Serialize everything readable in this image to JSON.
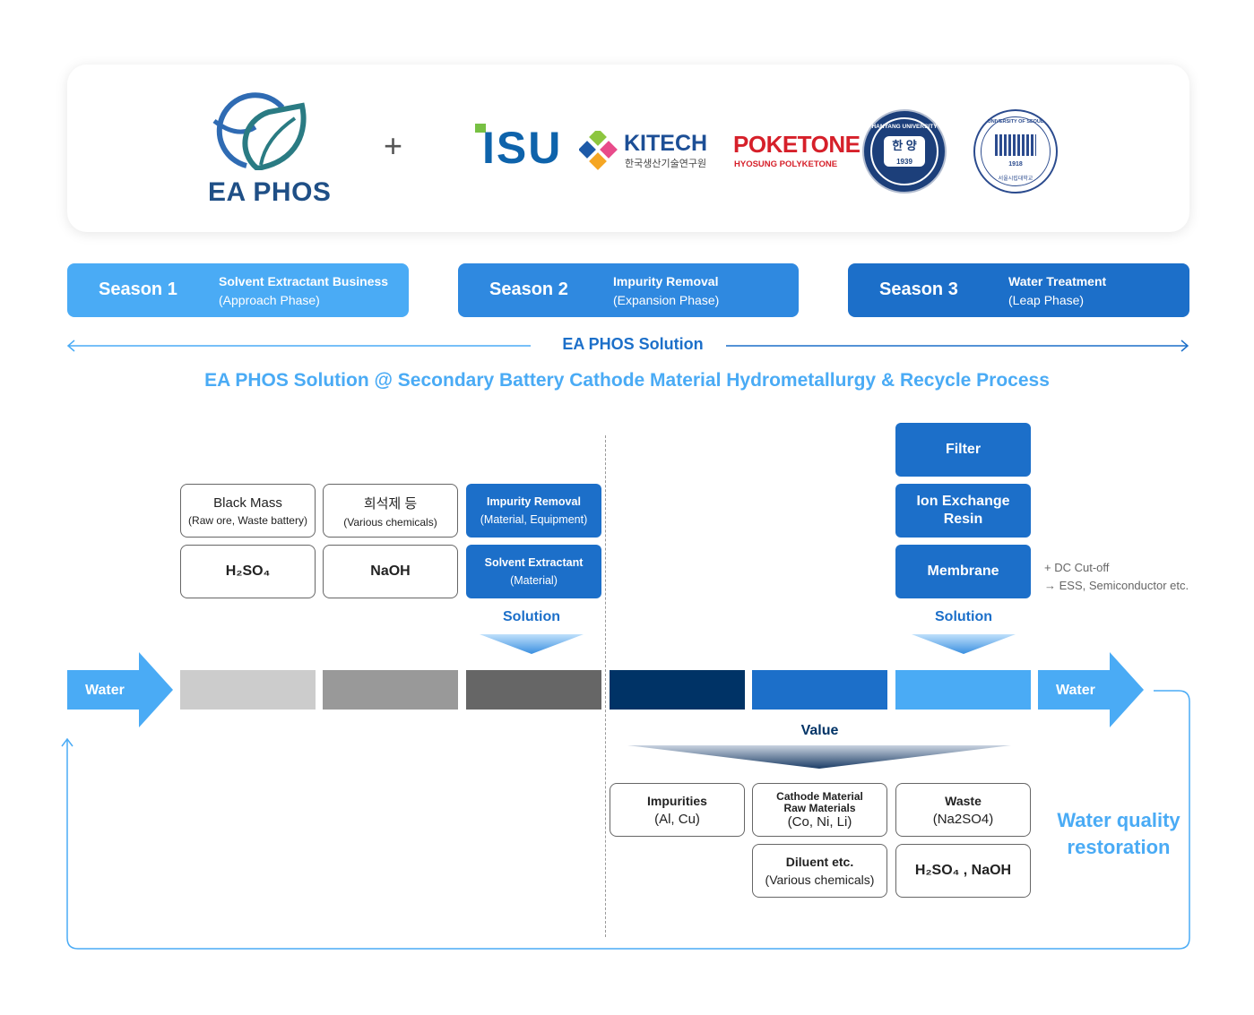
{
  "header": {
    "brand_name": "EA PHOS",
    "plus": "+",
    "partners": {
      "isu": "ISU",
      "kitech": "KITECH",
      "kitech_sub": "한국생산기술연구원",
      "poketone": "POKETONE",
      "poketone_sub": "HYOSUNG POLYKETONE",
      "hanyang_seal_text": "HANYANG UNIVERSITY",
      "hanyang_center": "한 양",
      "hanyang_year": "1939",
      "seoul_seal_text": "UNIVERSITY OF SEOUL",
      "seoul_year": "1918",
      "seoul_bottom": "서울시립대학교"
    }
  },
  "seasons": [
    {
      "num": "Season 1",
      "title": "Solvent Extractant Business",
      "phase": "(Approach Phase)"
    },
    {
      "num": "Season 2",
      "title": "Impurity Removal",
      "phase": "(Expansion Phase)"
    },
    {
      "num": "Season 3",
      "title": "Water Treatment",
      "phase": "(Leap Phase)"
    }
  ],
  "solution_arrow_label": "EA PHOS Solution",
  "process_title": "EA PHOS Solution @ Secondary Battery Cathode Material Hydrometallurgy & Recycle Process",
  "inputs": {
    "black_mass": {
      "title": "Black Mass",
      "sub": "(Raw ore, Waste battery)"
    },
    "diluent": {
      "title": "희석제 등",
      "sub": "(Various chemicals)"
    },
    "h2so4": "H₂SO₄",
    "naoh": "NaOH"
  },
  "left_solutions": {
    "impurity": {
      "title": "Impurity Removal",
      "sub": "(Material, Equipment)"
    },
    "extractant": {
      "title": "Solvent Extractant",
      "sub": "(Material)"
    },
    "label": "Solution"
  },
  "right_solutions": {
    "filter": "Filter",
    "ion": "Ion Exchange Resin",
    "membrane": "Membrane",
    "label": "Solution",
    "note1": "+ DC Cut-off",
    "note2": "→ ESS, Semiconductor etc."
  },
  "flow": {
    "water_in": "Water",
    "water_out": "Water"
  },
  "value_label": "Value",
  "outputs": {
    "impurities": {
      "title": "Impurities",
      "sub": "(Al, Cu)"
    },
    "cathode": {
      "title1": "Cathode Material",
      "title2": "Raw Materials",
      "sub": "(Co, Ni, Li)"
    },
    "waste": {
      "title": "Waste",
      "sub": "(Na2SO4)"
    },
    "diluent_etc": {
      "title": "Diluent etc.",
      "sub": "(Various chemicals)"
    },
    "h2so4_naoh": "H₂SO₄ , NaOH"
  },
  "restoration": {
    "line1": "Water quality",
    "line2": "restoration"
  },
  "colors": {
    "primary": "#1c6fc9",
    "light": "#4aabf5",
    "dark": "#003366",
    "gray1": "#cccccc",
    "gray2": "#999999",
    "gray3": "#666666"
  }
}
